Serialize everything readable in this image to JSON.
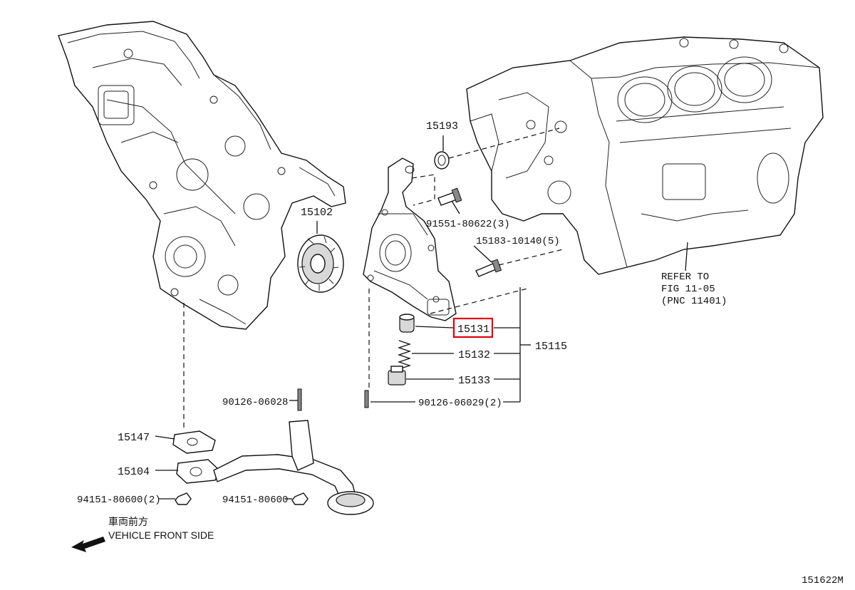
{
  "figure_number": "151622M",
  "highlight_color": "#e0000f",
  "highlighted_part": "15131",
  "callouts": {
    "p15193": "15193",
    "p15102": "15102",
    "p91551": "91551-80622(3)",
    "p15183": "15183-10140(5)",
    "p15131": "15131",
    "p15132": "15132",
    "p15133": "15133",
    "p15115": "15115",
    "p90126a": "90126-06028",
    "p90126b": "90126-06029(2)",
    "p15147": "15147",
    "p15104": "15104",
    "p94151a": "94151-80600(2)",
    "p94151b": "94151-80600"
  },
  "reference_note": {
    "line1": "REFER TO",
    "line2": "FIG 11-05",
    "line3": "(PNC 11401)"
  },
  "direction": {
    "japanese": "車両前方",
    "english": "VEHICLE FRONT SIDE",
    "icon": "arrow-left-icon"
  }
}
